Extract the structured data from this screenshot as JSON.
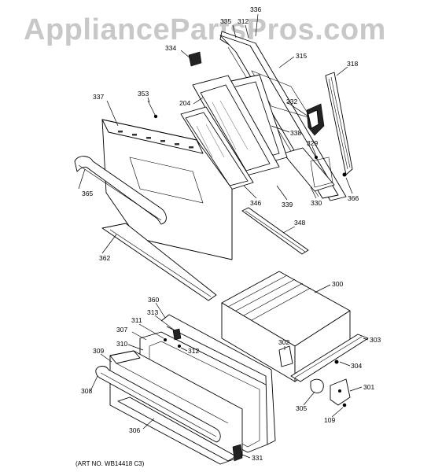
{
  "watermark": "AppliancePartsPros.com",
  "art_number": "(ART NO. WB14418 C3)",
  "labels": {
    "336": "336",
    "312a": "312",
    "335": "335",
    "315": "315",
    "318": "318",
    "334": "334",
    "353": "353",
    "204": "204",
    "337": "337",
    "332": "332",
    "338": "338",
    "329": "329",
    "365": "365",
    "346": "346",
    "339": "339",
    "330": "330",
    "366": "366",
    "348": "348",
    "362": "362",
    "300": "300",
    "360": "360",
    "313": "313",
    "311": "311",
    "307": "307",
    "312b": "312",
    "310": "310",
    "302": "302",
    "303": "303",
    "309": "309",
    "304": "304",
    "301": "301",
    "308": "308",
    "305": "305",
    "109": "109",
    "306": "306",
    "331": "331"
  }
}
